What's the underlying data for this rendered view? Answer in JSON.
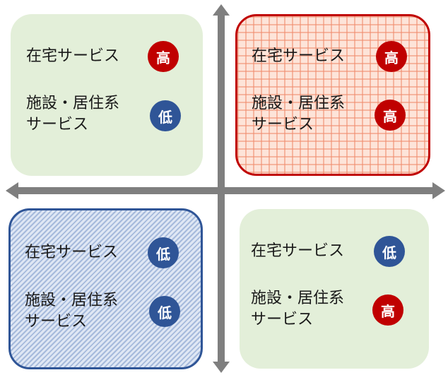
{
  "colors": {
    "high": "#c00000",
    "low": "#2f5597",
    "neutral_fill": "#e3efd9",
    "axis": "#7f7f7f"
  },
  "quadrants": [
    {
      "id": "top-left",
      "home_service": {
        "label": "在宅サービス",
        "level": "高",
        "level_type": "high"
      },
      "residential_service": {
        "label": "施設・居住系\nサービス",
        "level": "低",
        "level_type": "low"
      }
    },
    {
      "id": "top-right",
      "home_service": {
        "label": "在宅サービス",
        "level": "高",
        "level_type": "high"
      },
      "residential_service": {
        "label": "施設・居住系\nサービス",
        "level": "高",
        "level_type": "high"
      }
    },
    {
      "id": "bottom-left",
      "home_service": {
        "label": "在宅サービス",
        "level": "低",
        "level_type": "low"
      },
      "residential_service": {
        "label": "施設・居住系\nサービス",
        "level": "低",
        "level_type": "low"
      }
    },
    {
      "id": "bottom-right",
      "home_service": {
        "label": "在宅サービス",
        "level": "低",
        "level_type": "low"
      },
      "residential_service": {
        "label": "施設・居住系\nサービス",
        "level": "高",
        "level_type": "high"
      }
    }
  ]
}
